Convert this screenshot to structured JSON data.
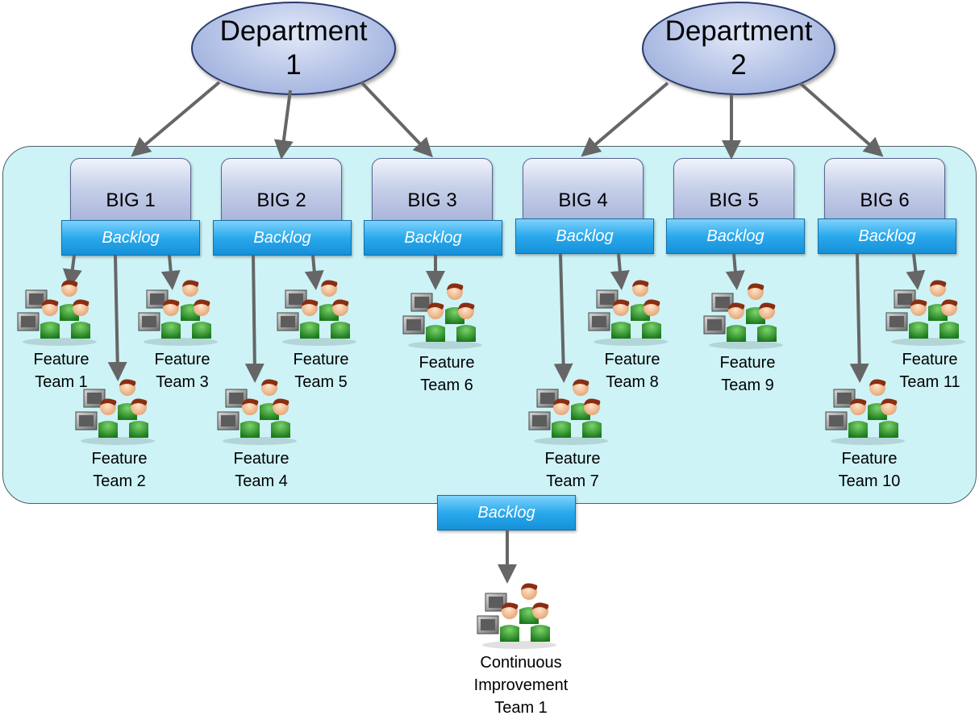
{
  "departments": [
    {
      "line1": "Department",
      "line2": "1"
    },
    {
      "line1": "Department",
      "line2": "2"
    }
  ],
  "bigs": [
    {
      "label": "BIG 1",
      "backlog": "Backlog"
    },
    {
      "label": "BIG 2",
      "backlog": "Backlog"
    },
    {
      "label": "BIG 3",
      "backlog": "Backlog"
    },
    {
      "label": "BIG 4",
      "backlog": "Backlog"
    },
    {
      "label": "BIG 5",
      "backlog": "Backlog"
    },
    {
      "label": "BIG 6",
      "backlog": "Backlog"
    }
  ],
  "teams": [
    {
      "line1": "Feature",
      "line2": "Team 1"
    },
    {
      "line1": "Feature",
      "line2": "Team 2"
    },
    {
      "line1": "Feature",
      "line2": "Team 3"
    },
    {
      "line1": "Feature",
      "line2": "Team 4"
    },
    {
      "line1": "Feature",
      "line2": "Team 5"
    },
    {
      "line1": "Feature",
      "line2": "Team 6"
    },
    {
      "line1": "Feature",
      "line2": "Team 7"
    },
    {
      "line1": "Feature",
      "line2": "Team 8"
    },
    {
      "line1": "Feature",
      "line2": "Team 9"
    },
    {
      "line1": "Feature",
      "line2": "Team 10"
    },
    {
      "line1": "Feature",
      "line2": "Team 11"
    }
  ],
  "shared_backlog": "Backlog",
  "ci_team": {
    "line1": "Continuous",
    "line2": "Improvement",
    "line3": "Team 1"
  },
  "colors": {
    "container": "#cdf3f6",
    "backlog": "#2aa9ec",
    "department": "#b4c2e6",
    "arrow": "#666666"
  },
  "icon": "people-at-computers-icon"
}
